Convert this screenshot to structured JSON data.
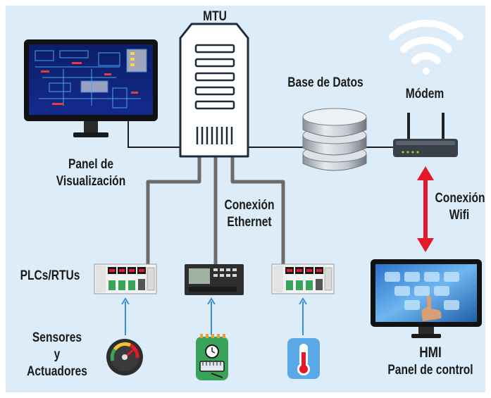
{
  "labels": {
    "mtu": "MTU",
    "database": "Base de Datos",
    "modem": "Módem",
    "panel_line1": "Panel de",
    "panel_line2": "Visualización",
    "ethernet_line1": "Conexión",
    "ethernet_line2": "Ethernet",
    "wifi_line1": "Conexión",
    "wifi_line2": "Wifi",
    "plcs": "PLCs/RTUs",
    "sensors_line1": "Sensores",
    "sensors_line2": "y",
    "sensors_line3": "Actuadores",
    "hmi_line1": "HMI",
    "hmi_line2": "Panel de control"
  },
  "colors": {
    "background": "#dcecf8",
    "wire": "#1e1e1e",
    "ethernet_cable": "#6b6b6b",
    "wifi_link": "#e5192b",
    "sensor_arrow": "#3b8fd8",
    "server_body": "#ffffff",
    "server_outline": "#1f2a3a"
  },
  "icons": [
    "monitor-icon",
    "server-icon",
    "database-icon",
    "wifi-signal-icon",
    "router-icon",
    "plc-icon",
    "rtu-icon",
    "pressure-gauge-icon",
    "timer-meter-icon",
    "thermometer-icon",
    "touch-screen-icon"
  ]
}
